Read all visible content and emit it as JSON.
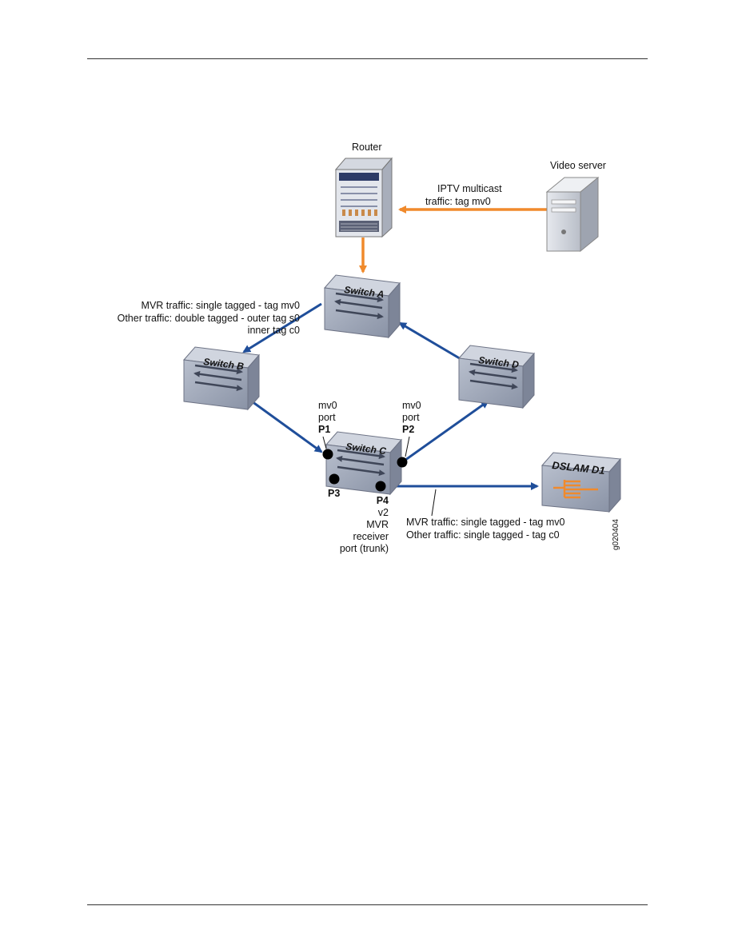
{
  "devices": {
    "router": "Router",
    "video_server": "Video server",
    "switch_a": "Switch A",
    "switch_b": "Switch B",
    "switch_c": "Switch C",
    "switch_d": "Switch D",
    "dslam": "DSLAM D1"
  },
  "annotations": {
    "iptv_line1": "IPTV multicast",
    "iptv_line2": "traffic: tag mv0",
    "left_line1": "MVR traffic: single tagged - tag mv0",
    "left_line2": "Other traffic: double tagged - outer tag s0",
    "left_line3": "inner tag c0",
    "p1_line1": "mv0",
    "p1_line2": "port",
    "p1_name": "P1",
    "p2_line1": "mv0",
    "p2_line2": "port",
    "p2_name": "P2",
    "p3_name": "P3",
    "p4_name": "P4",
    "p4_line1": "v2",
    "p4_line2": "MVR",
    "p4_line3": "receiver",
    "p4_line4": "port (trunk)",
    "dslam_line1": "MVR traffic: single tagged - tag mv0",
    "dslam_line2": "Other traffic: single tagged - tag c0",
    "figure_id": "g020404"
  },
  "colors": {
    "multicast_link": "#f08a2c",
    "network_link": "#1f4e9a",
    "switch_body": "#9aa3b5",
    "switch_top": "#c9ceda",
    "port_dot": "#000000"
  }
}
